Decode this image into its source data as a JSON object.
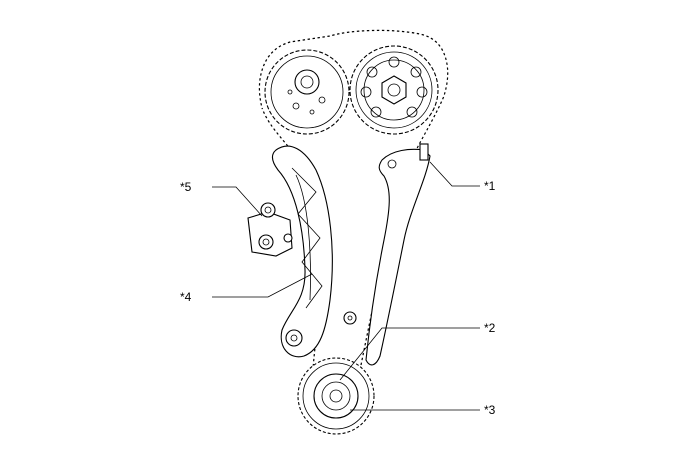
{
  "diagram": {
    "callouts": [
      {
        "id": "c1",
        "label": "*1"
      },
      {
        "id": "c2",
        "label": "*2"
      },
      {
        "id": "c3",
        "label": "*3"
      },
      {
        "id": "c4",
        "label": "*4"
      },
      {
        "id": "c5",
        "label": "*5"
      }
    ]
  }
}
